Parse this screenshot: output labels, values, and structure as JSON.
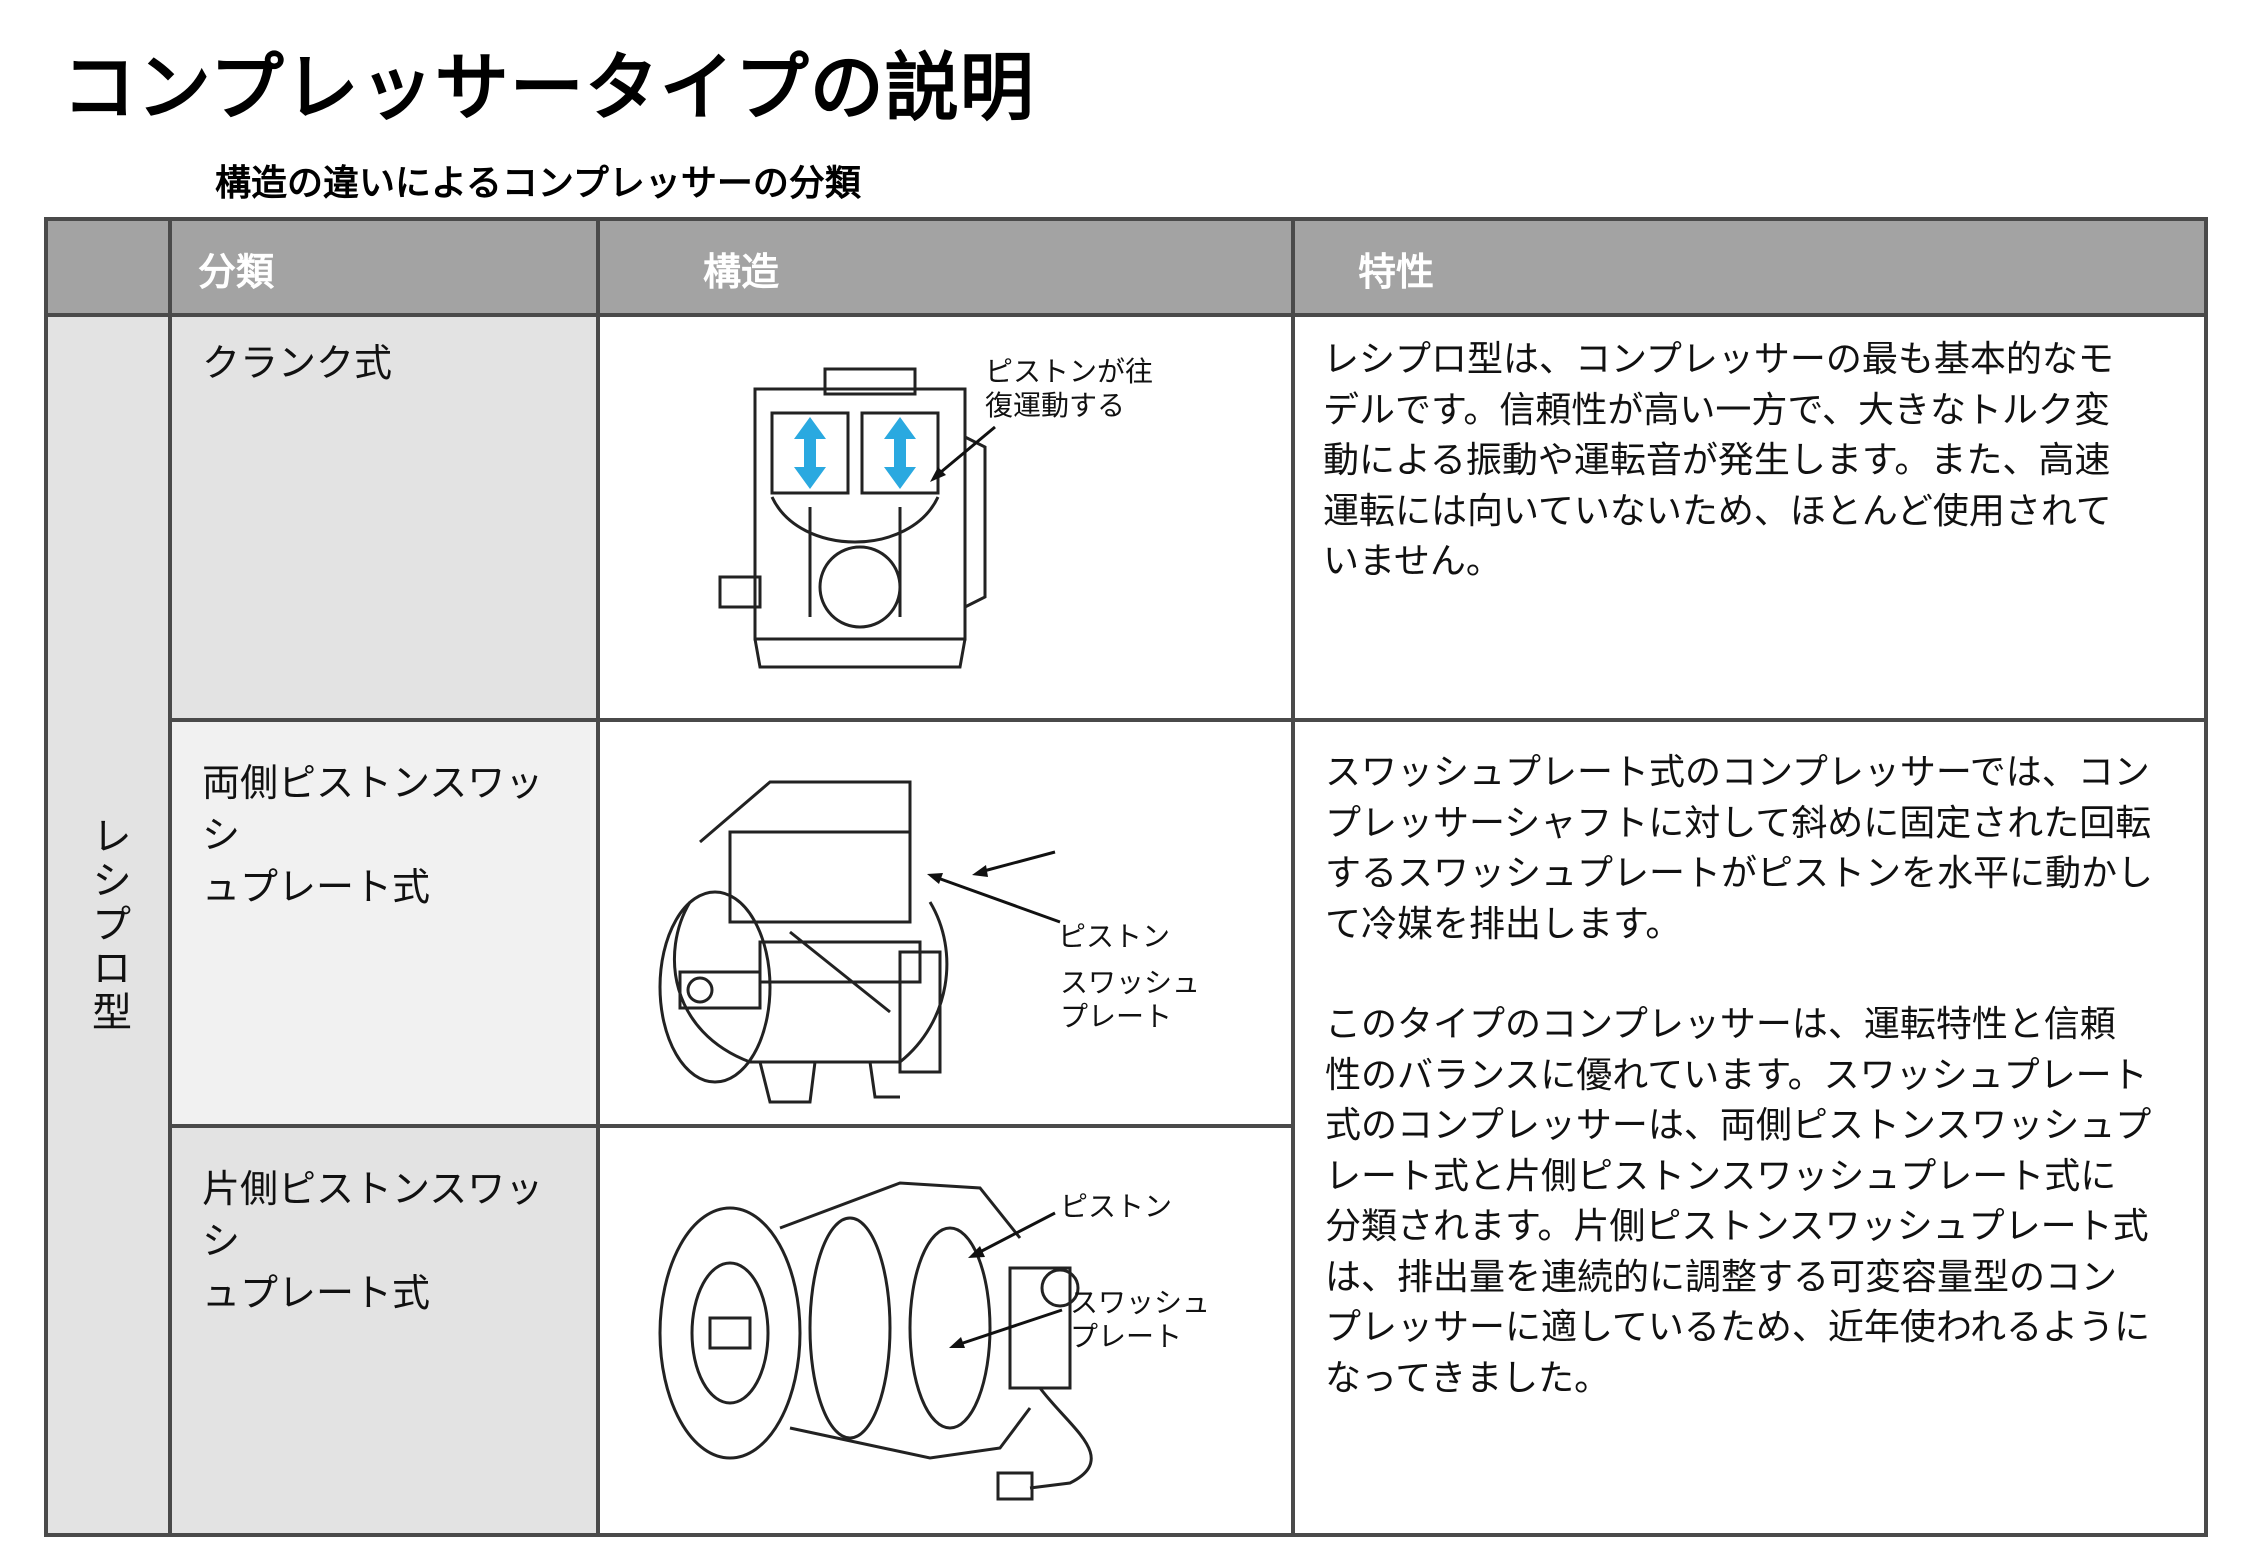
{
  "title": "コンプレッサータイプの説明",
  "subtitle": "構造の違いによるコンプレッサーの分類",
  "table": {
    "headers": {
      "classification": "分類",
      "structure": "構造",
      "characteristics": "特性"
    },
    "group_label": "レシプロ型",
    "rows": [
      {
        "name": "クランク式",
        "callouts": [
          "ピストンが往\n復運動する"
        ]
      },
      {
        "name": "両側ピストンスワッシ\nュプレート式",
        "callouts": [
          "ピストン",
          "スワッシュ\nプレート"
        ]
      },
      {
        "name": "片側ピストンスワッシ\nュプレート式",
        "callouts": [
          "ピストン",
          "スワッシュ\nプレート"
        ]
      }
    ],
    "descriptions": {
      "crank": "レシプロ型は、コンプレッサーの最も基本的なモ\nデルです。信頼性が高い一方で、大きなトルク変\n動による振動や運転音が発生します。また、高速\n運転には向いていないため、ほとんど使用されて\nいません。",
      "swash_1": "スワッシュプレート式のコンプレッサーでは、コン\nプレッサーシャフトに対して斜めに固定された回転\nするスワッシュプレートがピストンを水平に動かし\nて冷媒を排出します。",
      "swash_2": "このタイプのコンプレッサーは、運転特性と信頼\n性のバランスに優れています。スワッシュプレート\n式のコンプレッサーは、両側ピストンスワッシュプ\nレート式と片側ピストンスワッシュプレート式に\n分類されます。片側ピストンスワッシュプレート式\nは、排出量を連続的に調整する可変容量型のコン\nプレッサーに適しているため、近年使われるように\nなってきました。"
    }
  },
  "colors": {
    "header_bg": "#a3a3a3",
    "side_bg": "#e3e3e3",
    "row2_bg": "#f1f1f1",
    "arrow": "#2aa9e0",
    "border": "#4a4a4a"
  }
}
